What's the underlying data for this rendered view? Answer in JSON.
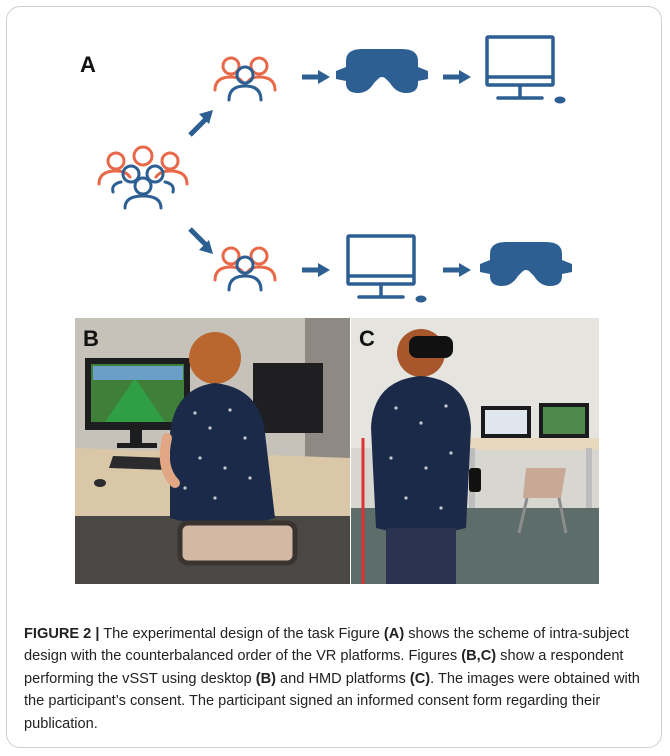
{
  "panels": {
    "a": "A",
    "b": "B",
    "c": "C"
  },
  "icons": {
    "start": "group-of-people-icon",
    "subgroup": "user-group-icon",
    "arrow": "right-arrow-icon",
    "diagonal_arrow": "diagonal-arrow-icon",
    "hmd": "vr-headset-icon",
    "desktop": "desktop-monitor-icon"
  },
  "colors": {
    "accent": "#e8694a",
    "primary": "#2d5f93"
  },
  "caption": {
    "label": "FIGURE 2 |",
    "t1": " The experimental design of the task Figure ",
    "r1": "(A)",
    "t2": " shows the scheme of intra-subject design with the counterbalanced order of the VR platforms. Figures ",
    "r2": "(B,C)",
    "t3": " show a respondent performing the vSST using desktop ",
    "r3": "(B)",
    "t4": " and HMD platforms ",
    "r4": "(C)",
    "t5": ". The images were obtained with the participant’s consent. The participant signed an informed consent form regarding their publication."
  }
}
